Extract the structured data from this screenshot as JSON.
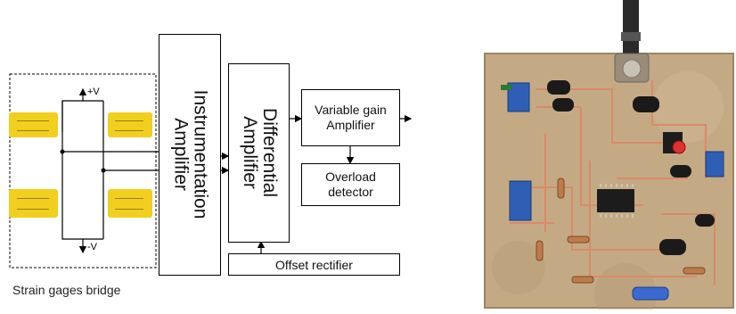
{
  "diagram": {
    "bridge_caption": "Strain gages bridge",
    "supply_pos": "+V",
    "supply_neg": "-V",
    "instrumentation_amp": "Instrumentation Amplifier",
    "differential_amp": "Differential Amplifier",
    "variable_gain_amp": "Variable gain Amplifier",
    "overload_detector": "Overload detector",
    "offset_rectifier": "Offset rectifier"
  },
  "photo": {
    "subject": "circuit-board-photo"
  },
  "colors": {
    "gage_yellow": "#f1cf1f",
    "pcb_base": "#c9b08b",
    "trace": "#d98a6a"
  }
}
